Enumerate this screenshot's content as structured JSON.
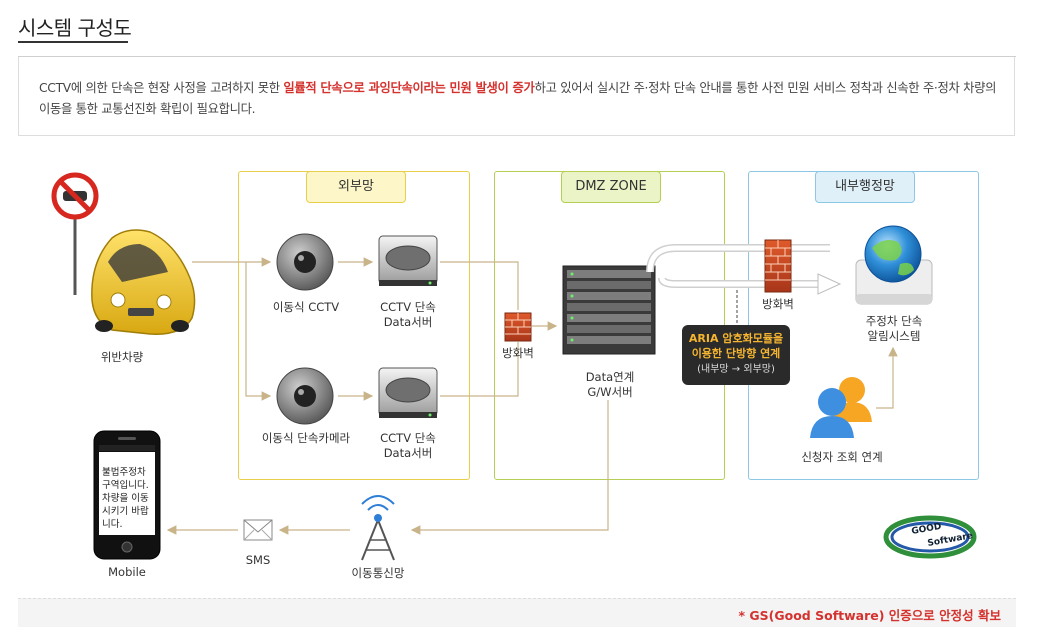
{
  "page": {
    "title": "시스템 구성도",
    "desc_before": "CCTV에 의한 단속은 현장 사정을 고려하지 못한 ",
    "desc_highlight": "일률적 단속으로 과잉단속이라는 민원 발생이 증가",
    "desc_after": "하고 있어서 실시간 주·정차 단속 안내를 통한 사전 민원 서비스 정착과 신속한 주·정차 차량의 이동을 통한 교통선진화 확립이 필요합니다."
  },
  "zones": {
    "external": "외부망",
    "dmz": "DMZ ZONE",
    "internal": "내부행정망"
  },
  "nodes": {
    "car": "위반차량",
    "mobile_cctv": "이동식 CCTV",
    "cctv_server_1": [
      "CCTV 단속",
      "Data서버"
    ],
    "mobile_camera": "이동식 단속카메라",
    "cctv_server_2": [
      "CCTV 단속",
      "Data서버"
    ],
    "firewall_1": "방화벽",
    "gw_server": [
      "Data연계",
      "G/W서버"
    ],
    "firewall_2": "방화벽",
    "alarm_system": [
      "주정차 단속",
      "알림시스템"
    ],
    "applicant": "신청자 조회 연계",
    "network": "이동통신망",
    "sms": "SMS",
    "mobile": "Mobile",
    "phone_message": "불법주정차 구역입니다. 차량을 이동 시키기 바랍 니다."
  },
  "callout": {
    "line1": "ARIA 암호화모듈을",
    "line2": "이용한 단방향 연계",
    "line3": "(내부망 → 외부망)"
  },
  "logo": {
    "line1": "GOOD",
    "line2": "Software"
  },
  "footer": {
    "note": "* GS(Good Software) 인증으로 안정성 확보"
  },
  "colors": {
    "external_zone": "#e8cf4a",
    "dmz_zone": "#b5cf55",
    "internal_zone": "#8cc8e6",
    "highlight": "#d4322e",
    "connector": "#c9b48a"
  }
}
